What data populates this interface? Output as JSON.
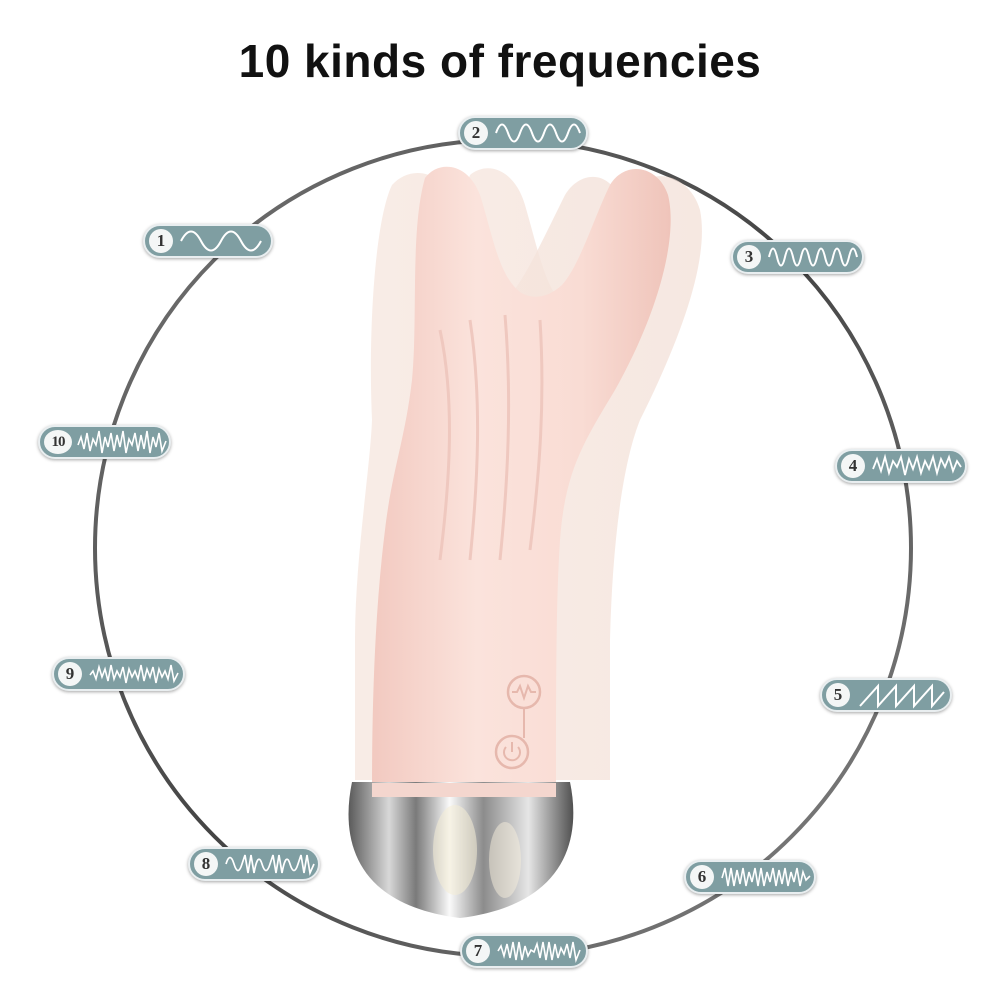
{
  "title": "10 kinds of frequencies",
  "colors": {
    "ring": "#555555",
    "badge": "#7f9ea2",
    "wave": "#ffffff",
    "product_pink": "#f8d9d2",
    "product_metal": "#9a9a9a"
  },
  "modes": [
    {
      "label": "1",
      "icon": "sine-wave-slow-icon"
    },
    {
      "label": "2",
      "icon": "sine-wave-icon"
    },
    {
      "label": "3",
      "icon": "sine-wave-fast-icon"
    },
    {
      "label": "4",
      "icon": "pulse-burst-wave-icon"
    },
    {
      "label": "5",
      "icon": "sawtooth-wave-icon"
    },
    {
      "label": "6",
      "icon": "dense-pulse-wave-icon"
    },
    {
      "label": "7",
      "icon": "escalating-wave-icon"
    },
    {
      "label": "8",
      "icon": "wave-pulse-icon"
    },
    {
      "label": "9",
      "icon": "random-pulse-wave-icon"
    },
    {
      "label": "10",
      "icon": "chaotic-wave-icon"
    }
  ],
  "device_buttons": [
    {
      "icon": "mode-wave-button-icon"
    },
    {
      "icon": "power-button-icon"
    }
  ]
}
